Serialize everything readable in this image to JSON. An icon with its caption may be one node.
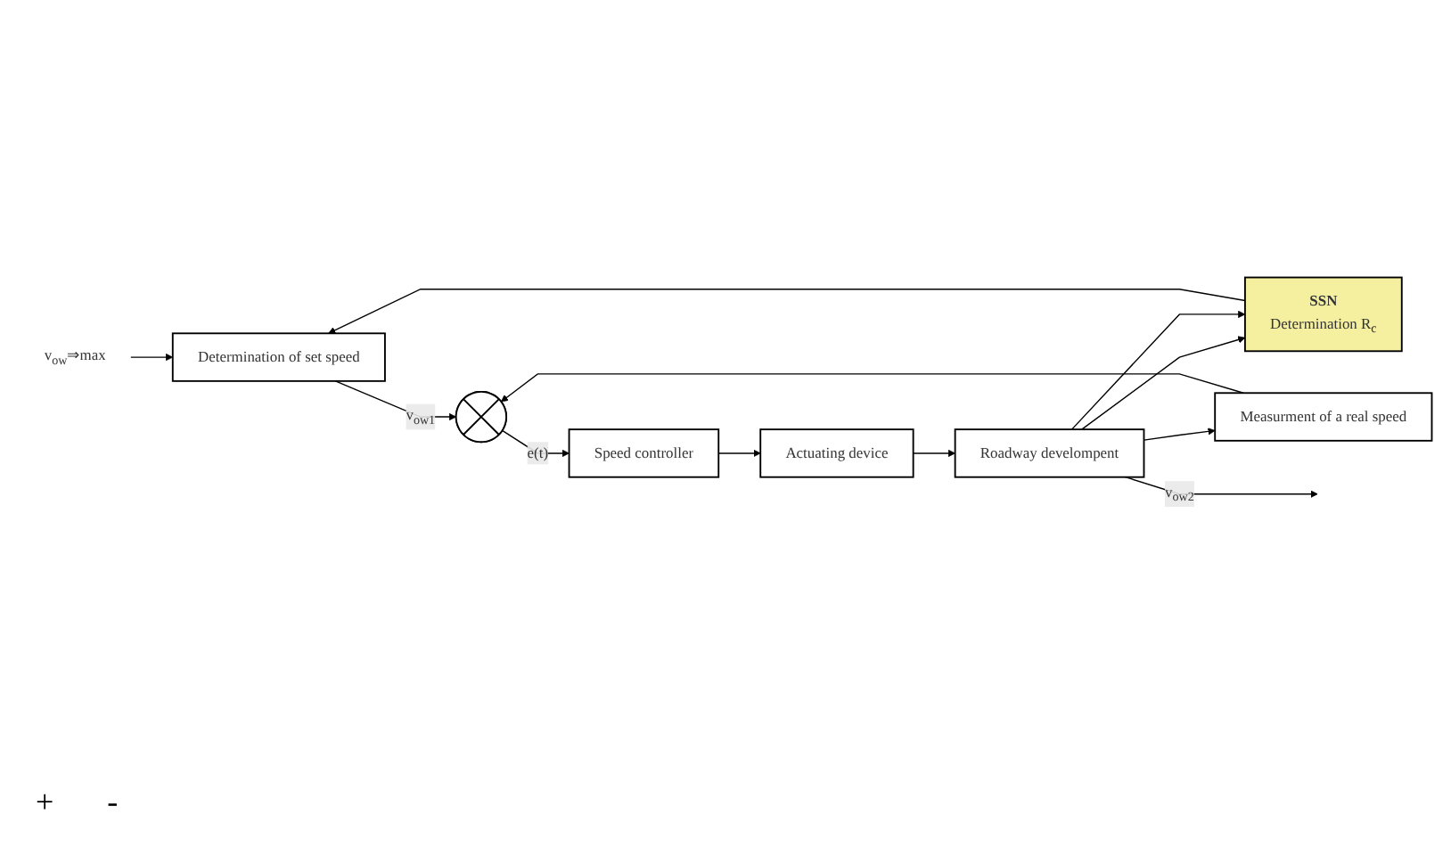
{
  "diagram": {
    "nodes": [
      {
        "text": [
          "v$_{ow}$⇒max"
        ]
      },
      {
        "text": [
          "Determination of set speed"
        ]
      },
      {
        "text": [
          "SSN",
          "Determination R$_{c}$"
        ]
      },
      {
        "text": [],
        "shape": "circle"
      },
      {
        "text": [
          "Speed controller"
        ]
      },
      {
        "text": [
          "Actuating device"
        ]
      },
      {
        "text": [
          "Roadway develompent"
        ]
      },
      {
        "text": [
          "Measurment of a real speed"
        ]
      }
    ],
    "edges": [
      {
        "from": 0,
        "to": 1,
        "arrow": "to"
      },
      {
        "from": 2,
        "to": 1,
        "arrow": "to"
      },
      {
        "from": 1,
        "to": 3,
        "arrow": "to",
        "label": "v$_{ow1}$"
      },
      {
        "from": 3,
        "to": 4,
        "arrow": "to",
        "label": "e(t)"
      },
      {
        "from": 4,
        "to": 5,
        "arrow": "to"
      },
      {
        "from": 5,
        "to": 6,
        "arrow": "to"
      },
      {
        "from": 6,
        "to": 2,
        "arrow": "to"
      },
      {
        "from": 6,
        "to": 2,
        "arrow": "to"
      },
      {
        "from": 6,
        "to": 7,
        "arrow": "to"
      },
      {
        "from": 6,
        "to": null,
        "arrow": "to",
        "label": "v$_{ow2}$"
      },
      {
        "from": 7,
        "to": 3,
        "arrow": "to"
      }
    ],
    "labels": [
      "+",
      "-"
    ]
  }
}
